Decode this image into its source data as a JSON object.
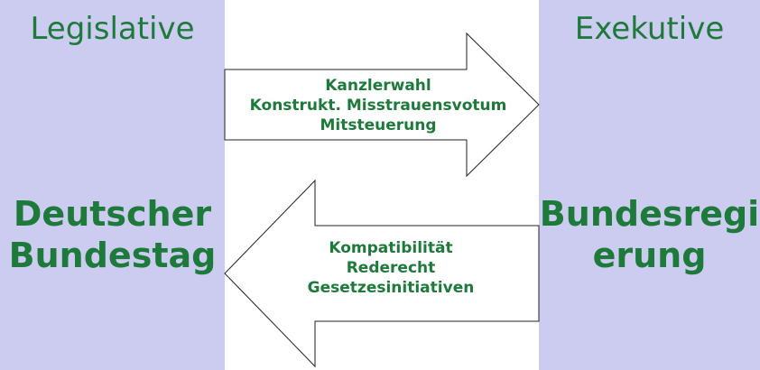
{
  "left": {
    "heading": "Legislative",
    "name_line1": "Deutscher",
    "name_line2": "Bundestag"
  },
  "right": {
    "heading": "Exekutive",
    "name_line1": "Bundesregi",
    "name_line2": "erung"
  },
  "arrow_to_right": {
    "items": [
      "Kanzlerwahl",
      "Konstrukt. Misstrauensvotum",
      "Mitsteuerung"
    ]
  },
  "arrow_to_left": {
    "items": [
      "Kompatibilität",
      "Rederecht",
      "Gesetzesinitiativen"
    ]
  },
  "colors": {
    "panel": "#ccccf0",
    "text": "#1e7a3a"
  }
}
